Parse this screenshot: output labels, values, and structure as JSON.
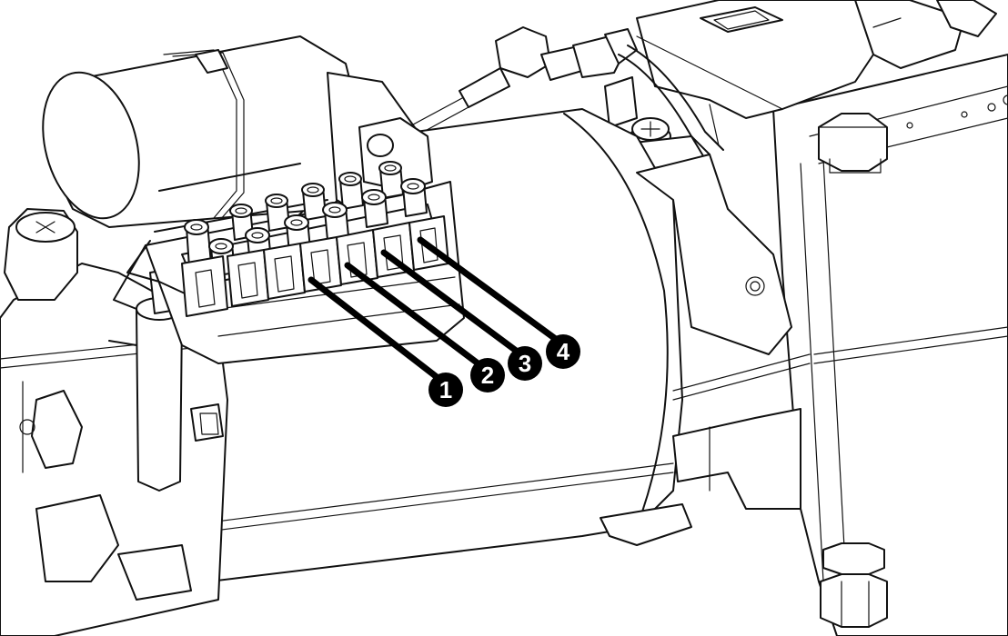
{
  "callouts": [
    {
      "label": "1"
    },
    {
      "label": "2"
    },
    {
      "label": "3"
    },
    {
      "label": "4"
    }
  ],
  "colors": {
    "line": "#111111",
    "fill": "#ffffff",
    "callout_fill": "#000000",
    "callout_text": "#ffffff"
  }
}
